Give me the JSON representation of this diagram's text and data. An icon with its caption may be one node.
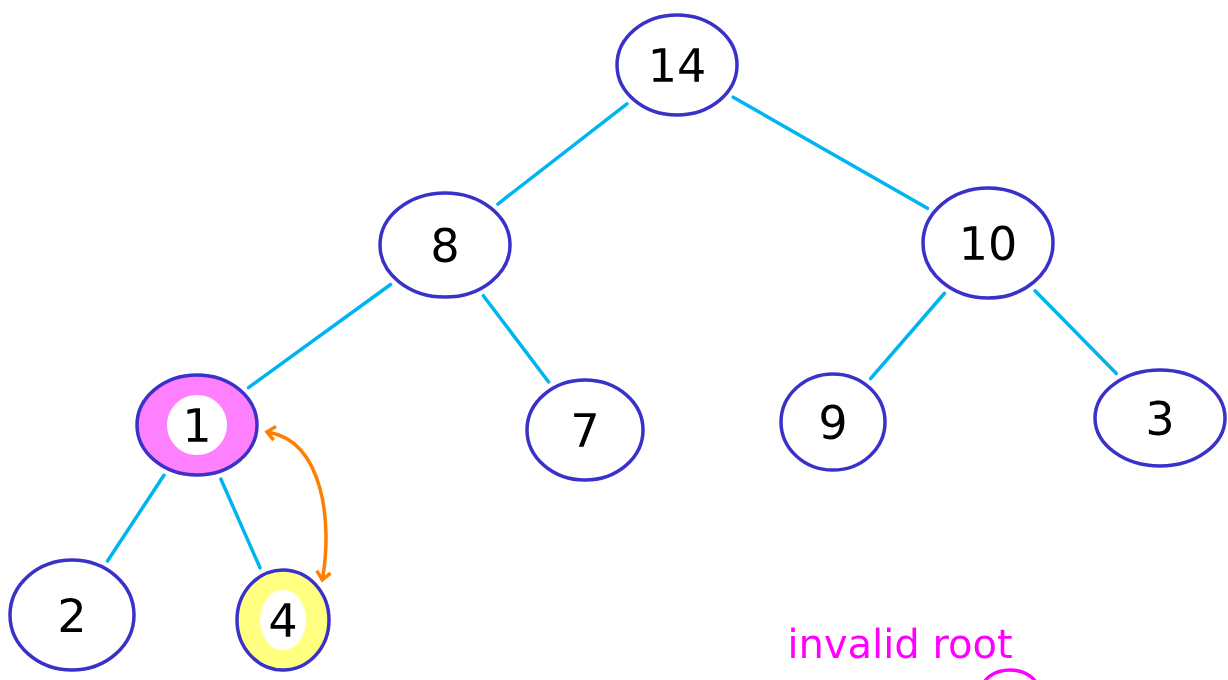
{
  "diagram": {
    "nodes": [
      {
        "text": [
          "14"
        ]
      },
      {
        "text": [
          "8"
        ]
      },
      {
        "text": [
          "10"
        ]
      },
      {
        "text": [
          "1"
        ]
      },
      {
        "text": [
          "7"
        ]
      },
      {
        "text": [
          "9"
        ]
      },
      {
        "text": [
          "3"
        ]
      },
      {
        "text": [
          "2"
        ]
      },
      {
        "text": [
          "4"
        ]
      }
    ],
    "edges": [
      {
        "from": 0,
        "to": 1,
        "arrow": "none"
      },
      {
        "from": 0,
        "to": 2,
        "arrow": "none"
      },
      {
        "from": 1,
        "to": 3,
        "arrow": "none"
      },
      {
        "from": 1,
        "to": 4,
        "arrow": "none"
      },
      {
        "from": 2,
        "to": 5,
        "arrow": "none"
      },
      {
        "from": 2,
        "to": 6,
        "arrow": "none"
      },
      {
        "from": 3,
        "to": 7,
        "arrow": "none"
      },
      {
        "from": 3,
        "to": 8,
        "arrow": "none"
      },
      {
        "from": 3,
        "to": 8,
        "arrow": "both",
        "color": "#ff7f00"
      }
    ],
    "labels": [
      "invalid root"
    ]
  }
}
